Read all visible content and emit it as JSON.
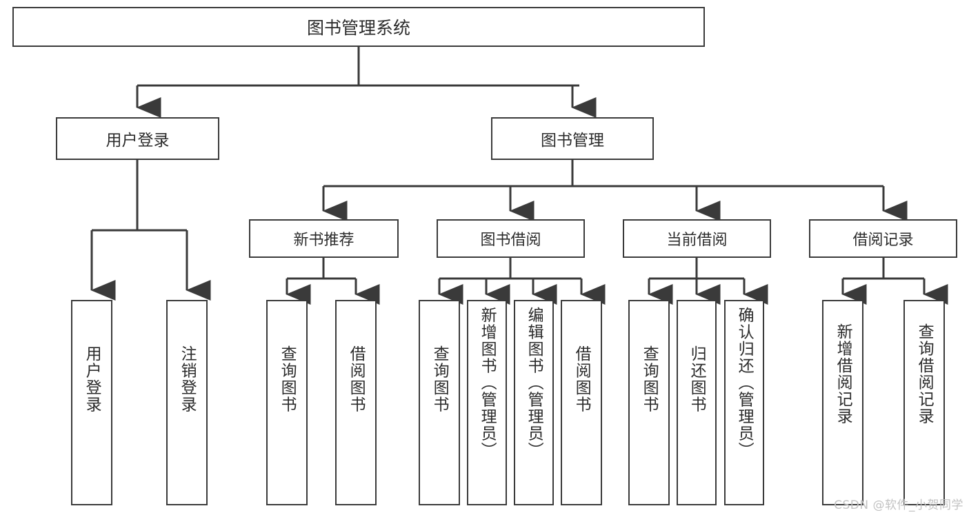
{
  "diagram": {
    "title": "图书管理系统",
    "type": "tree",
    "watermark": "CSDN @软件_小贺同学",
    "colors": {
      "box_border": "#3a3a3a",
      "box_fill": "#ffffff",
      "connector": "#3a3a3a",
      "text": "#2b2b2b",
      "watermark": "#c2c2c2",
      "background": "#ffffff"
    },
    "root": {
      "label": "图书管理系统"
    },
    "level1": [
      {
        "label": "用户登录"
      },
      {
        "label": "图书管理"
      }
    ],
    "level2": [
      {
        "label": "新书推荐"
      },
      {
        "label": "图书借阅"
      },
      {
        "label": "当前借阅"
      },
      {
        "label": "借阅记录"
      }
    ],
    "leaves": {
      "user_login": [
        {
          "label": "用户登录"
        },
        {
          "label": "注销登录"
        }
      ],
      "new_book": [
        {
          "label": "查询图书"
        },
        {
          "label": "借阅图书"
        }
      ],
      "book_borrow": [
        {
          "label": "查询图书"
        },
        {
          "label": "新增图书（管理员）"
        },
        {
          "label": "编辑图书（管理员）"
        },
        {
          "label": "借阅图书"
        }
      ],
      "current_borrow": [
        {
          "label": "查询图书"
        },
        {
          "label": "归还图书"
        },
        {
          "label": "确认归还（管理员）"
        }
      ],
      "borrow_record": [
        {
          "label": "新增借阅记录"
        },
        {
          "label": "查询借阅记录"
        }
      ]
    }
  }
}
